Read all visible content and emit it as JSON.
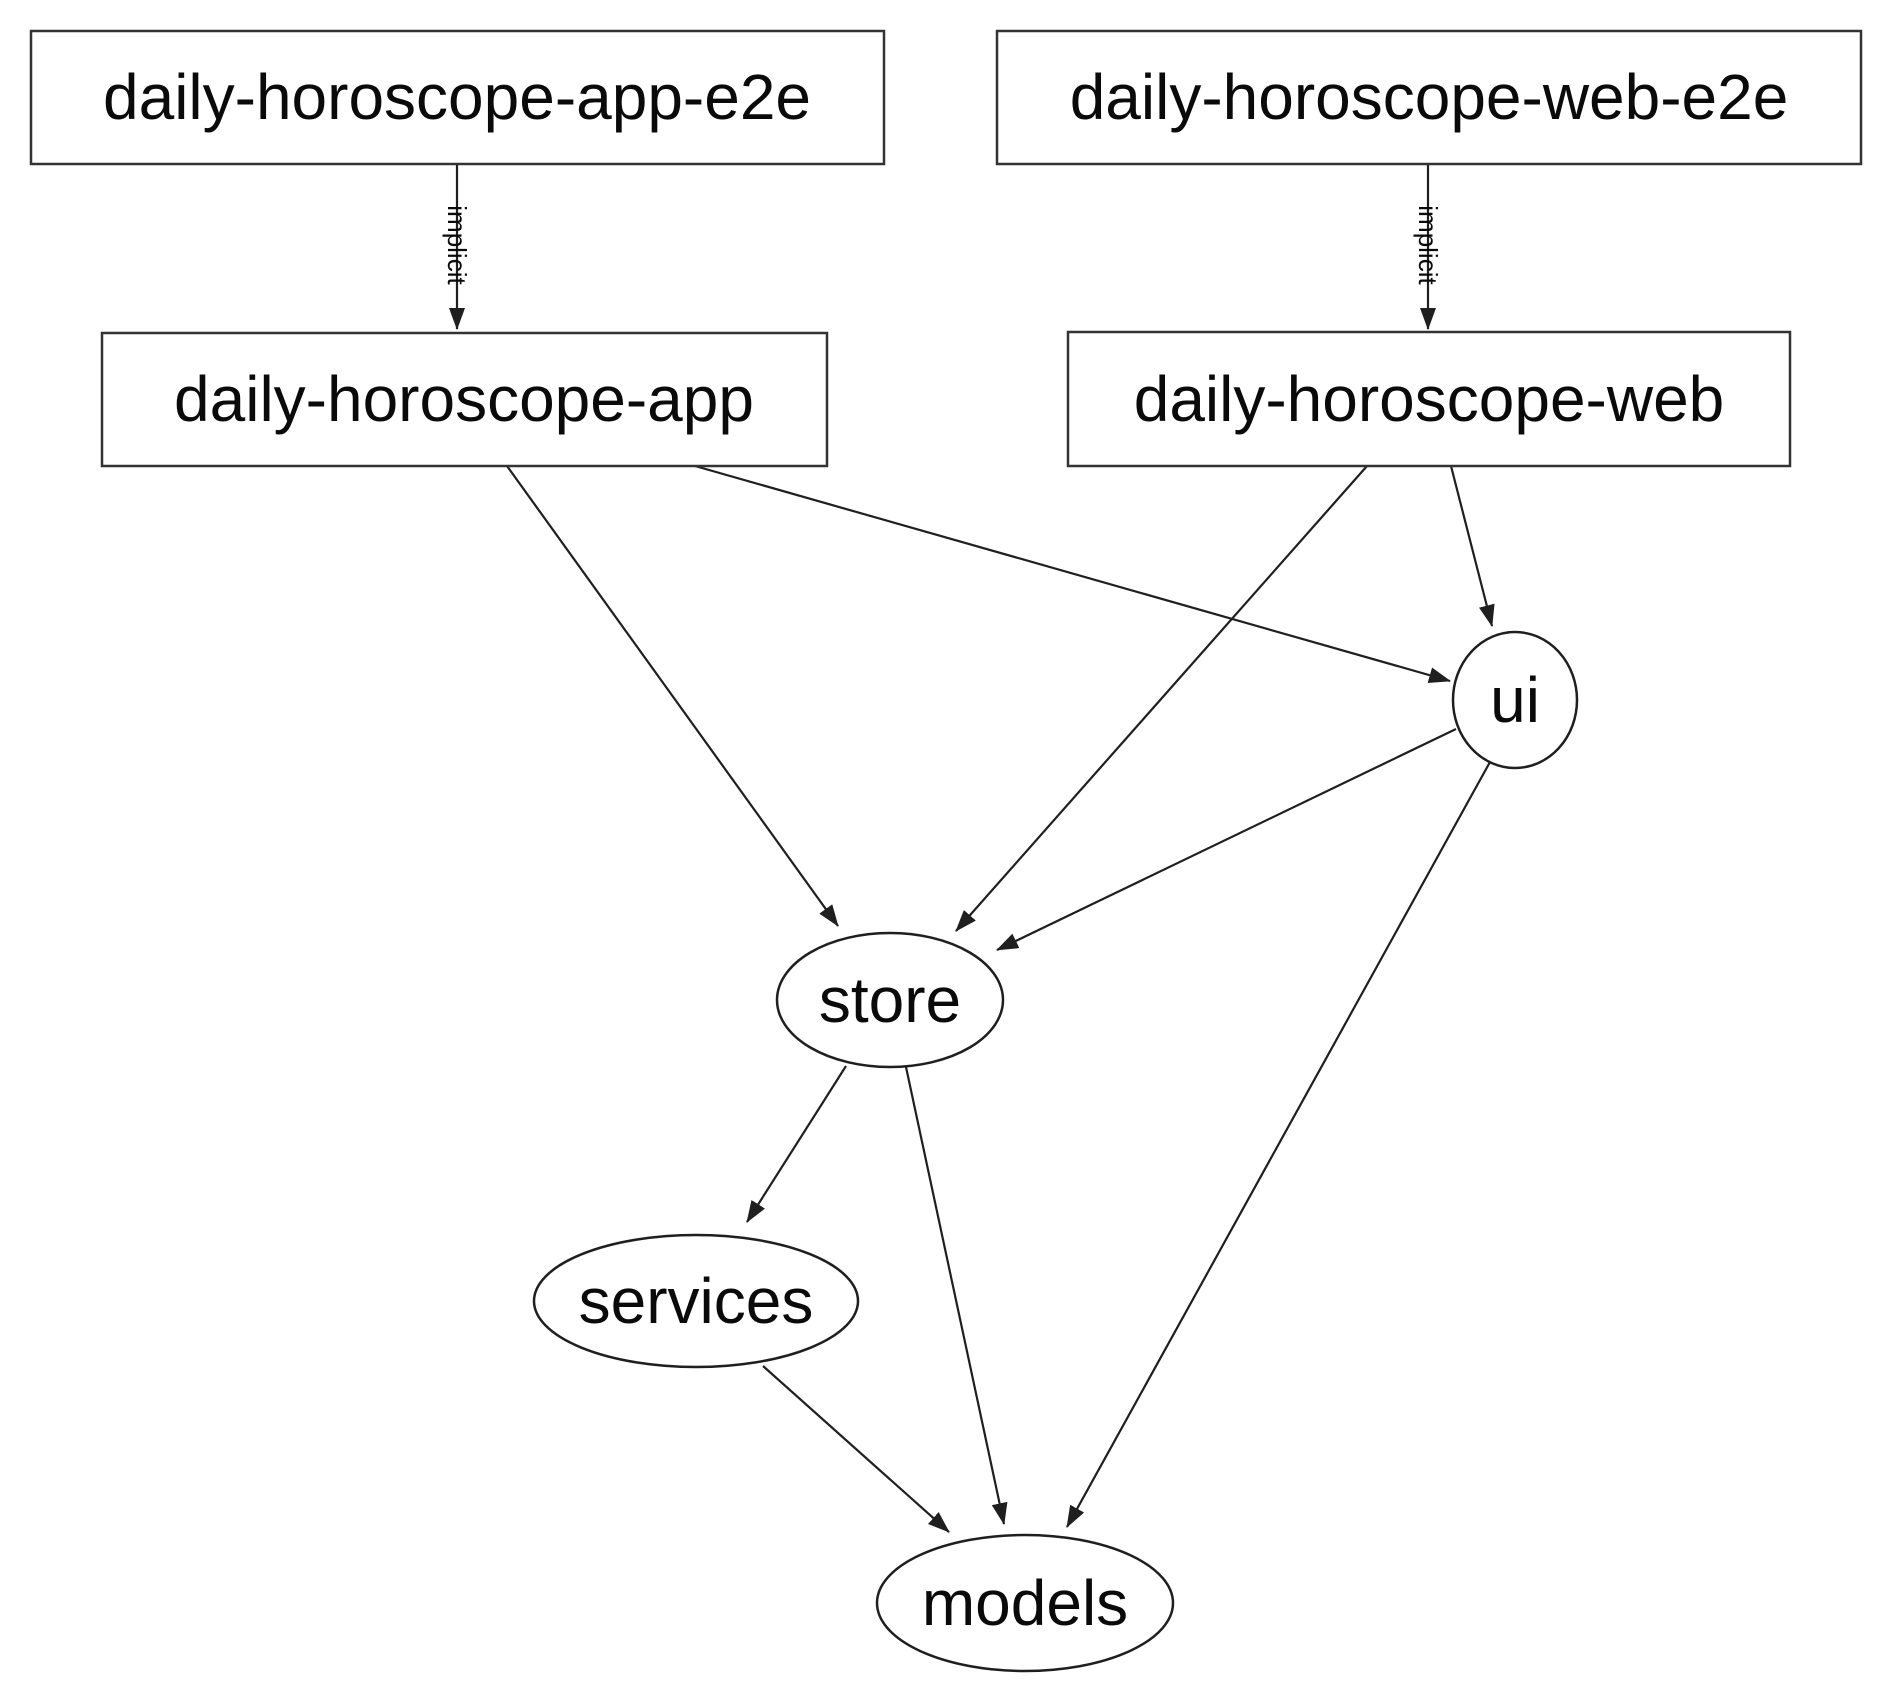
{
  "diagram": {
    "type": "dependency-graph",
    "background": "#ffffff",
    "edge_color": "#1f1f1f",
    "node_border_color": "#333333",
    "text_color": "#0a0a0a",
    "nodes": {
      "app_e2e": {
        "label": "daily-horoscope-app-e2e",
        "shape": "box"
      },
      "web_e2e": {
        "label": "daily-horoscope-web-e2e",
        "shape": "box"
      },
      "app": {
        "label": "daily-horoscope-app",
        "shape": "box"
      },
      "web": {
        "label": "daily-horoscope-web",
        "shape": "box"
      },
      "ui": {
        "label": "ui",
        "shape": "ellipse"
      },
      "store": {
        "label": "store",
        "shape": "ellipse"
      },
      "services": {
        "label": "services",
        "shape": "ellipse"
      },
      "models": {
        "label": "models",
        "shape": "ellipse"
      }
    },
    "edges": [
      {
        "from": "daily-horoscope-app-e2e",
        "to": "daily-horoscope-app",
        "label": "implicit"
      },
      {
        "from": "daily-horoscope-web-e2e",
        "to": "daily-horoscope-web",
        "label": "implicit"
      },
      {
        "from": "daily-horoscope-app",
        "to": "store"
      },
      {
        "from": "daily-horoscope-app",
        "to": "ui"
      },
      {
        "from": "daily-horoscope-web",
        "to": "store"
      },
      {
        "from": "daily-horoscope-web",
        "to": "ui"
      },
      {
        "from": "ui",
        "to": "store"
      },
      {
        "from": "ui",
        "to": "models"
      },
      {
        "from": "store",
        "to": "services"
      },
      {
        "from": "store",
        "to": "models"
      },
      {
        "from": "services",
        "to": "models"
      }
    ]
  }
}
